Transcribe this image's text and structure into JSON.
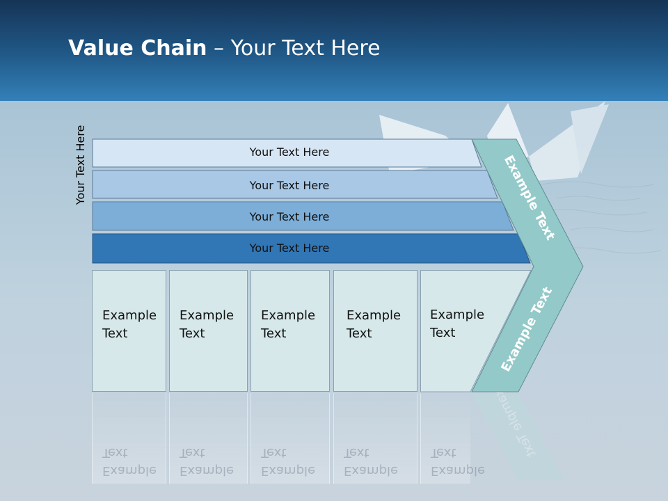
{
  "title": {
    "bold": "Value Chain",
    "rest": " – Your Text Here"
  },
  "side_label": "Your Text Here",
  "bars": [
    {
      "label": "Your Text Here",
      "color": "#d7e6f4"
    },
    {
      "label": "Your Text Here",
      "color": "#a8c8e6"
    },
    {
      "label": "Your Text Here",
      "color": "#7caed8"
    },
    {
      "label": "Your Text Here",
      "color": "#3176b5"
    }
  ],
  "cells": [
    {
      "line1": "Example",
      "line2": "Text"
    },
    {
      "line1": "Example",
      "line2": "Text"
    },
    {
      "line1": "Example",
      "line2": "Text"
    },
    {
      "line1": "Example",
      "line2": "Text"
    },
    {
      "line1": "Example",
      "line2": "Text"
    }
  ],
  "chevron": {
    "upper": "Example Text",
    "lower": "Example Text",
    "color": "#93c9c8"
  }
}
